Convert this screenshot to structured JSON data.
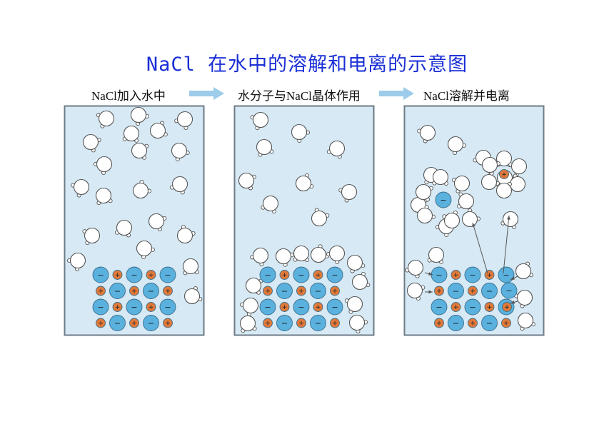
{
  "title": "NaCl 在水中的溶解和电离的示意图",
  "steps": [
    {
      "label": "NaCl加入水中"
    },
    {
      "label": "水分子与NaCl晶体作用"
    },
    {
      "label": "NaCl溶解并电离"
    }
  ],
  "ion_symbols": {
    "chloride": "−",
    "sodium": "+"
  },
  "colors": {
    "title": "#1a2fd6",
    "water_background": "#d6e9f5",
    "panel_border": "#6c7b86",
    "chloride_ion": "#5ab1de",
    "sodium_ion": "#e0793a",
    "water_molecule": "#ffffff",
    "arrow": "#9ccce9"
  }
}
